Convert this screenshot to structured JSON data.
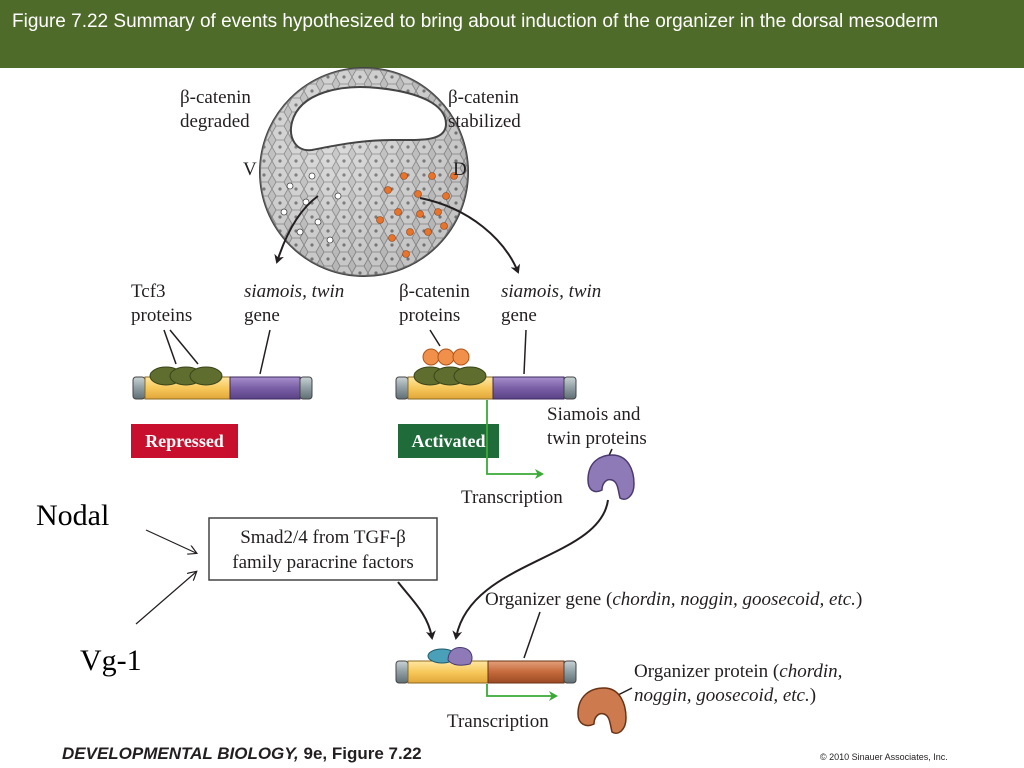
{
  "header": {
    "title": "Figure 7.22  Summary of events hypothesized to bring about induction of the organizer in the dorsal mesoderm"
  },
  "embryo": {
    "left_label_line1": "β-catenin",
    "left_label_line2": "degraded",
    "right_label_line1": "β-catenin",
    "right_label_line2": "stabilized",
    "ventral": "V",
    "dorsal": "D"
  },
  "left_panel": {
    "protein_line1": "Tcf3",
    "protein_line2": "proteins",
    "gene_line1": "siamois, twin",
    "gene_line2": "gene",
    "status": "Repressed"
  },
  "right_panel": {
    "protein_line1": "β-catenin",
    "protein_line2": "proteins",
    "gene_line1": "siamois, twin",
    "gene_line2": "gene",
    "status": "Activated",
    "product_line1": "Siamois and",
    "product_line2": "twin proteins",
    "transcription": "Transcription"
  },
  "signals": {
    "nodal": "Nodal",
    "vg1": "Vg-1",
    "smad_line1": "Smad2/4 from TGF-β",
    "smad_line2": "family paracrine factors"
  },
  "organizer": {
    "gene_prefix": "Organizer gene (",
    "gene_italic": "chordin, noggin, goosecoid, etc.",
    "gene_suffix": ")",
    "protein_prefix": "Organizer protein (",
    "protein_italic1": "chordin,",
    "protein_italic2": "noggin, goosecoid, etc.",
    "protein_suffix": ")",
    "transcription": "Transcription"
  },
  "footer": {
    "book": "DEVELOPMENTAL BIOLOGY,",
    "edition": " 9e, Figure 7.22",
    "copyright": "© 2010 Sinauer Associates, Inc."
  },
  "colors": {
    "header_bg": "#4e6b2a",
    "repressed": "#c8102e",
    "activated": "#1f6b3a",
    "gene_purple": "#7a5fa6",
    "gene_yellow": "#f7c85a",
    "gene_orange": "#c56a3c",
    "tcf3_green": "#5a6b2e",
    "catenin_orange": "#f0904a",
    "arrow_green": "#3aaa35"
  }
}
